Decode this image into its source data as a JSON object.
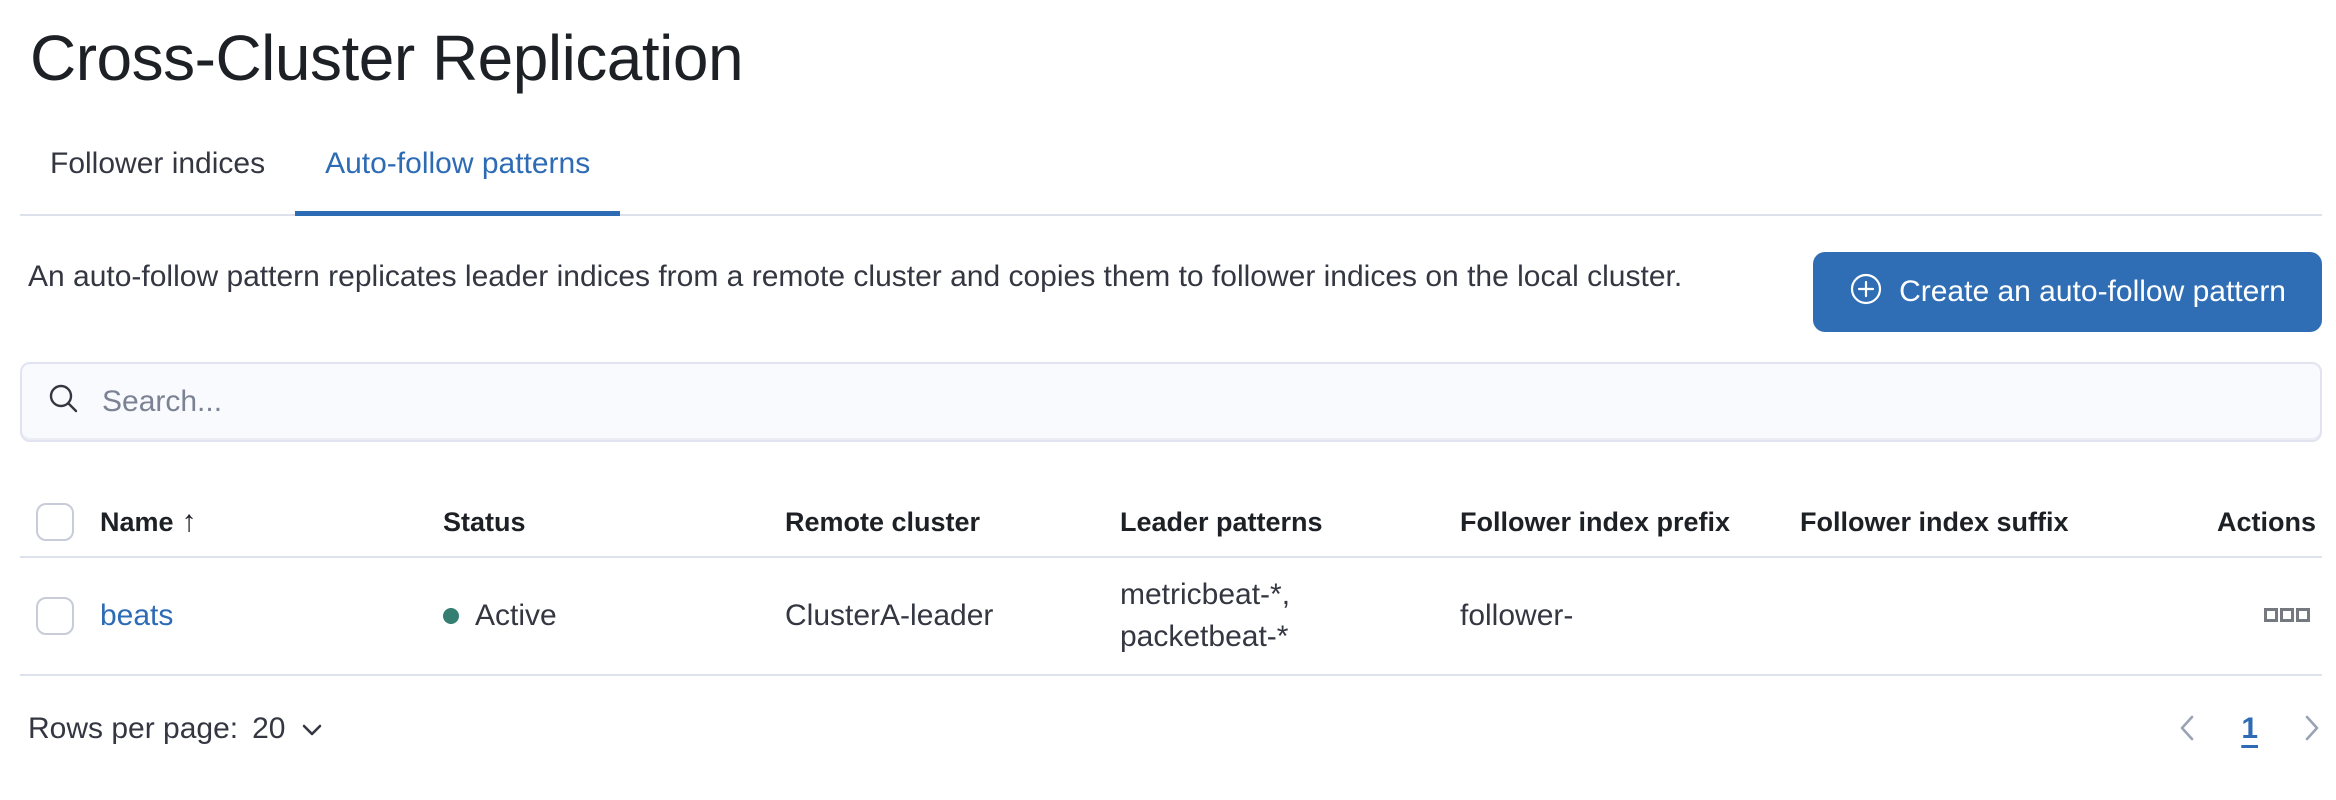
{
  "page": {
    "title": "Cross-Cluster Replication"
  },
  "tabs": [
    {
      "label": "Follower indices",
      "active": false
    },
    {
      "label": "Auto-follow patterns",
      "active": true
    }
  ],
  "description": "An auto-follow pattern replicates leader indices from a remote cluster and copies them to follower indices on the local cluster.",
  "create_button": {
    "label": "Create an auto-follow pattern",
    "icon": "plus-in-circle"
  },
  "search": {
    "placeholder": "Search...",
    "value": "",
    "icon": "magnifying-glass"
  },
  "table": {
    "columns": {
      "name": "Name",
      "status": "Status",
      "remote_cluster": "Remote cluster",
      "leader_patterns": "Leader patterns",
      "follower_index_prefix": "Follower index prefix",
      "follower_index_suffix": "Follower index suffix",
      "actions": "Actions"
    },
    "sort": {
      "column": "Name",
      "direction": "ascending",
      "glyph": "↑"
    },
    "rows": [
      {
        "name": "beats",
        "status": "Active",
        "remote_cluster": "ClusterA-leader",
        "leader_patterns_line1": "metricbeat-*,",
        "leader_patterns_line2": "packetbeat-*",
        "follower_index_prefix": "follower-",
        "follower_index_suffix": "",
        "actions_icon": "boxes-horizontal"
      }
    ]
  },
  "footer": {
    "rows_per_page_label": "Rows per page:",
    "rows_per_page_value": "20",
    "current_page": "1",
    "prev_icon": "chevron-left",
    "next_icon": "chevron-right",
    "rows_per_page_icon": "chevron-down"
  },
  "colors": {
    "accent_blue": "#2d6bb5",
    "button_blue": "#2f6eb4",
    "status_active_dot": "#357e72",
    "border_light": "#dee2ed",
    "text_dark": "#1d2126",
    "text_body": "#343741",
    "search_bg": "#f9fafd"
  }
}
